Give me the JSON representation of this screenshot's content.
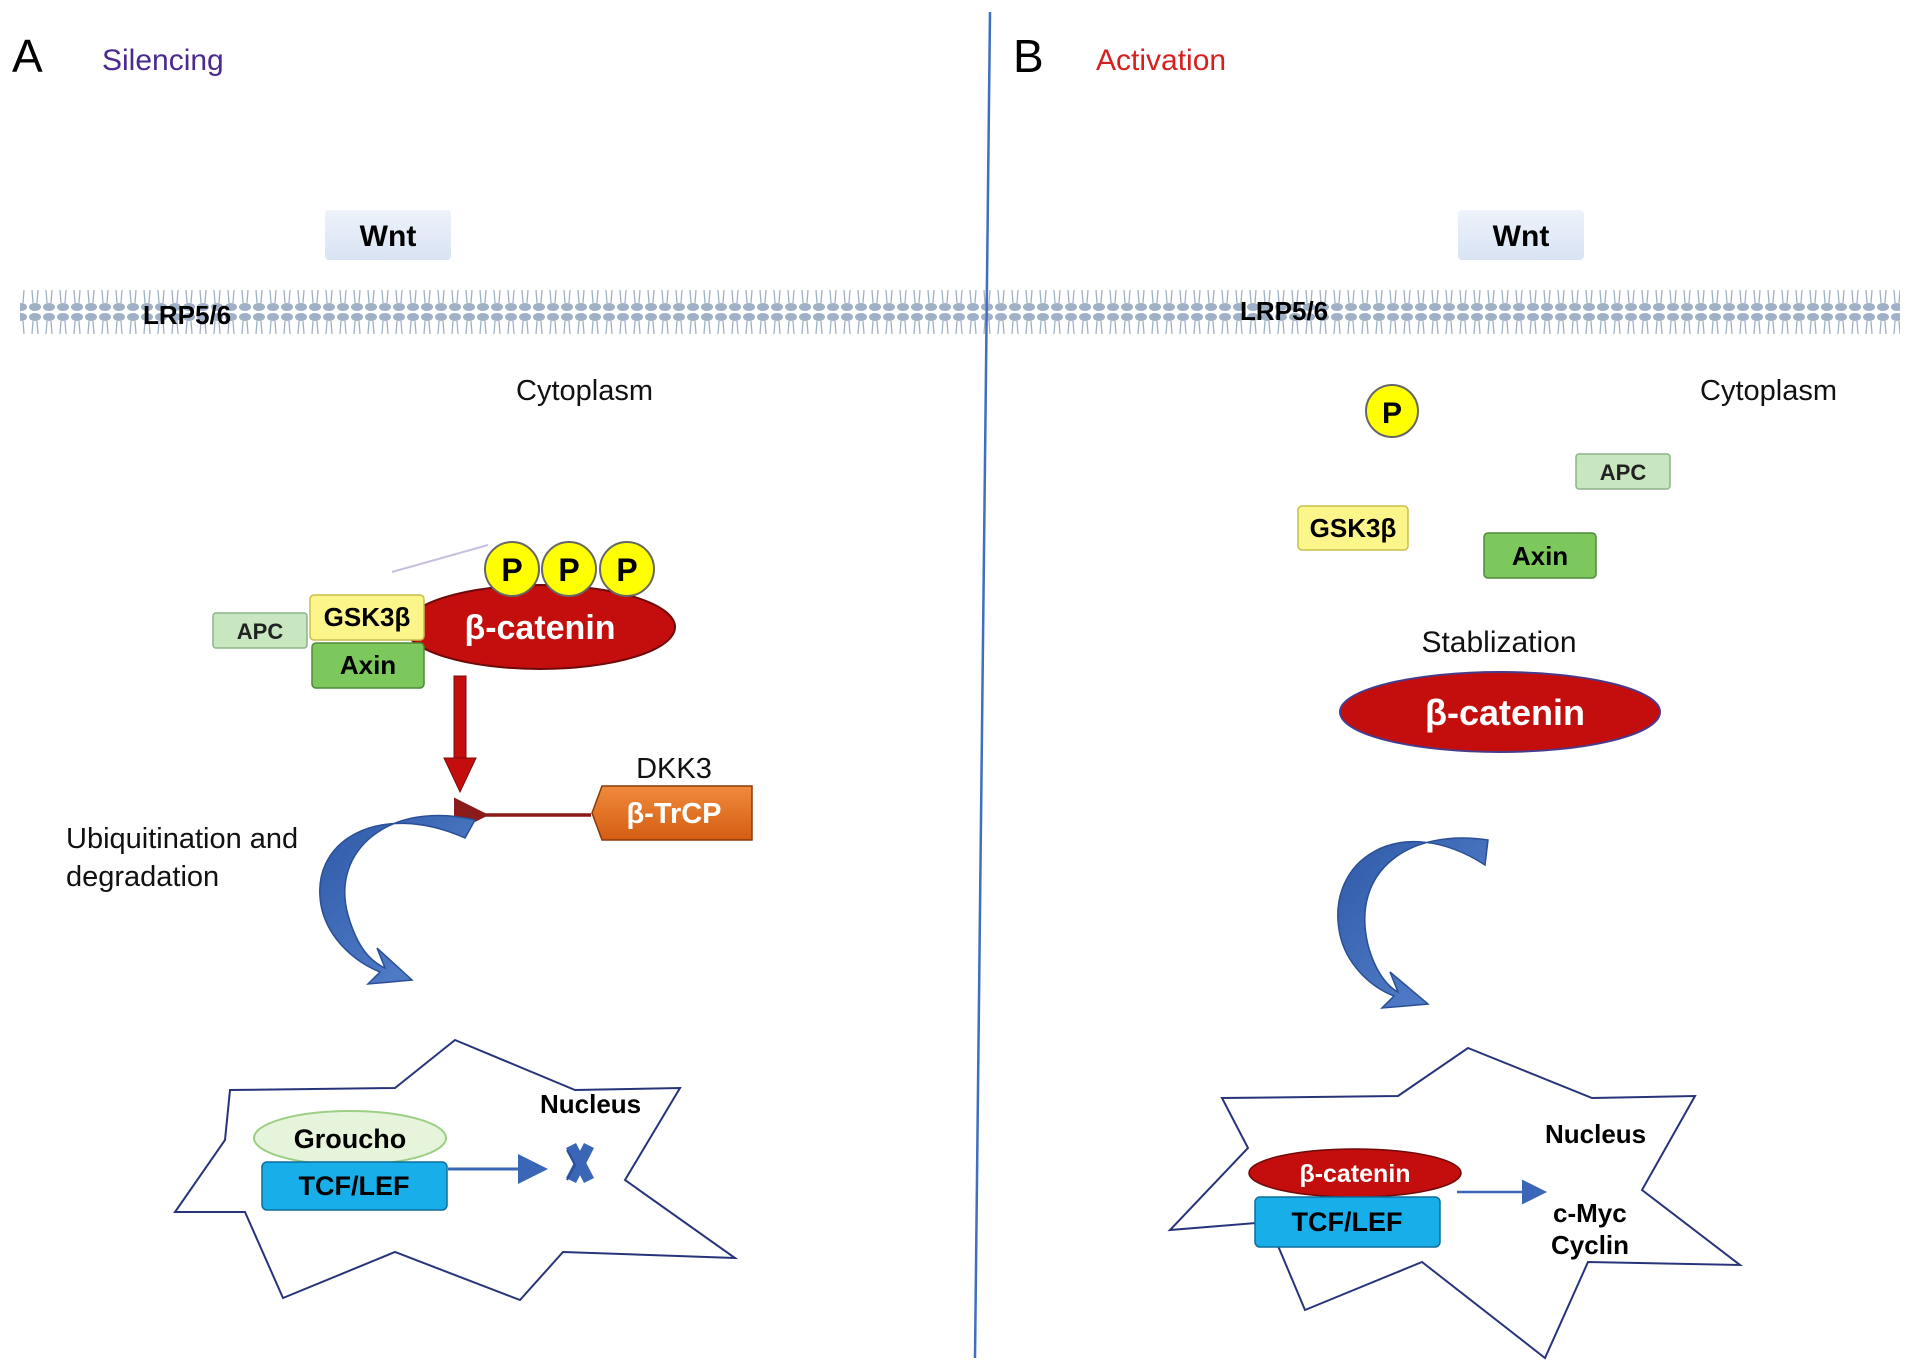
{
  "panel_a": {
    "letter": "A",
    "title": "Silencing",
    "wnt": "Wnt",
    "receptor": "LRP5/6",
    "compartment": "Cytoplasm",
    "phospho": [
      "P",
      "P",
      "P"
    ],
    "beta_catenin": "β-catenin",
    "gsk3b": "GSK3β",
    "apc": "APC",
    "axin": "Axin",
    "dkk3": "DKK3",
    "btrcp": "β-TrCP",
    "degradation_line1": "Ubiquitination and",
    "degradation_line2": "degradation",
    "nucleus": "Nucleus",
    "groucho": "Groucho",
    "tcf_lef": "TCF/LEF"
  },
  "panel_b": {
    "letter": "B",
    "title": "Activation",
    "wnt": "Wnt",
    "receptor": "LRP5/6",
    "compartment": "Cytoplasm",
    "phospho": "P",
    "apc": "APC",
    "gsk3b": "GSK3β",
    "axin": "Axin",
    "stabilization": "Stablization",
    "beta_catenin": "β-catenin",
    "nucleus": "Nucleus",
    "nuclear_beta_catenin": "β-catenin",
    "tcf_lef": "TCF/LEF",
    "target1": "c-Myc",
    "target2": "Cyclin"
  },
  "colors": {
    "silencing_title": "#4b2a8f",
    "activation_title": "#d62020",
    "beta_catenin": "#c40d0d",
    "phospho": "#ffff00",
    "gsk3b": "#fbf58a",
    "apc": "#c8e6c0",
    "axin": "#7cc85c",
    "btrcp": "#e2681e",
    "tcf_lef": "#18aeea",
    "groucho": "#e6f4dc",
    "arrow_blue": "#3a66b8",
    "membrane": "#9fb0c7",
    "divider": "#3f6fc0"
  }
}
